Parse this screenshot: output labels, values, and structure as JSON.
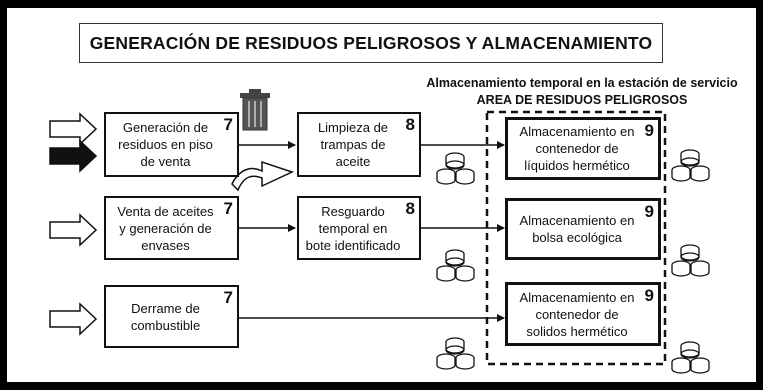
{
  "title": "GENERACIÓN DE RESIDUOS PELIGROSOS Y ALMACENAMIENTO",
  "storage_area": {
    "line1": "Almacenamiento temporal en la estación de servicio",
    "line2": "AREA DE RESIDUOS PELIGROSOS"
  },
  "sources": [
    {
      "label": "Generación de\nresiduos en piso\nde venta",
      "number": "7"
    },
    {
      "label": "Venta de aceites\ny generación de\nenvases",
      "number": "7"
    },
    {
      "label": "Derrame de\ncombustible",
      "number": "7"
    }
  ],
  "processes": [
    {
      "label": "Limpieza de\ntrampas de\naceite",
      "number": "8"
    },
    {
      "label": "Resguardo\ntemporal en\nbote identificado",
      "number": "8"
    }
  ],
  "storage": [
    {
      "label": "Almacenamiento en\ncontenedor de\nlíquidos hermético",
      "number": "9"
    },
    {
      "label": "Almacenamiento en\nbolsa ecológica",
      "number": "9"
    },
    {
      "label": "Almacenamiento en\ncontenedor de\nsolidos hermético",
      "number": "9"
    }
  ]
}
